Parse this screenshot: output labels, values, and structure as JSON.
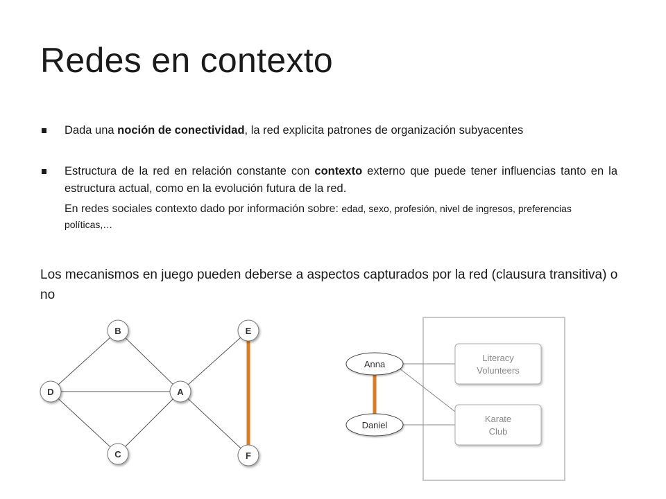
{
  "title": "Redes en contexto",
  "bullets": [
    {
      "before": "Dada una ",
      "bold": "noción de conectividad",
      "after": ", la red explicita patrones de organización subyacentes"
    },
    {
      "before": "Estructura de la red en relación constante con ",
      "bold": "contexto",
      "after": " externo que puede tener influencias tanto en la estructura actual, como en la evolución futura de la red."
    }
  ],
  "subnote": {
    "main": "En redes sociales contexto dado por información sobre: ",
    "detail": "edad, sexo, profesión, nivel de ingresos, preferencias políticas,…"
  },
  "mechanisms_text": "Los mecanismos en juego pueden deberse a aspectos capturados por la red (clausura transitiva) o no",
  "graph": {
    "nodes": [
      "A",
      "B",
      "C",
      "D",
      "E",
      "F"
    ],
    "edges": [
      [
        "D",
        "B"
      ],
      [
        "D",
        "A"
      ],
      [
        "D",
        "C"
      ],
      [
        "B",
        "A"
      ],
      [
        "C",
        "A"
      ],
      [
        "A",
        "E"
      ],
      [
        "A",
        "F"
      ]
    ],
    "highlight_edges": [
      [
        "E",
        "F"
      ]
    ],
    "highlight_color": "#e07a1f"
  },
  "affiliation": {
    "people": [
      "Anna",
      "Daniel"
    ],
    "foci": [
      {
        "lines": [
          "Literacy",
          "Volunteers"
        ]
      },
      {
        "lines": [
          "Karate",
          "Club"
        ]
      }
    ],
    "edges": [
      [
        "Anna",
        "Literacy Volunteers"
      ],
      [
        "Anna",
        "Karate Club"
      ],
      [
        "Daniel",
        "Karate Club"
      ]
    ],
    "highlight_edges": [
      [
        "Anna",
        "Daniel"
      ]
    ],
    "highlight_color": "#e07a1f"
  }
}
